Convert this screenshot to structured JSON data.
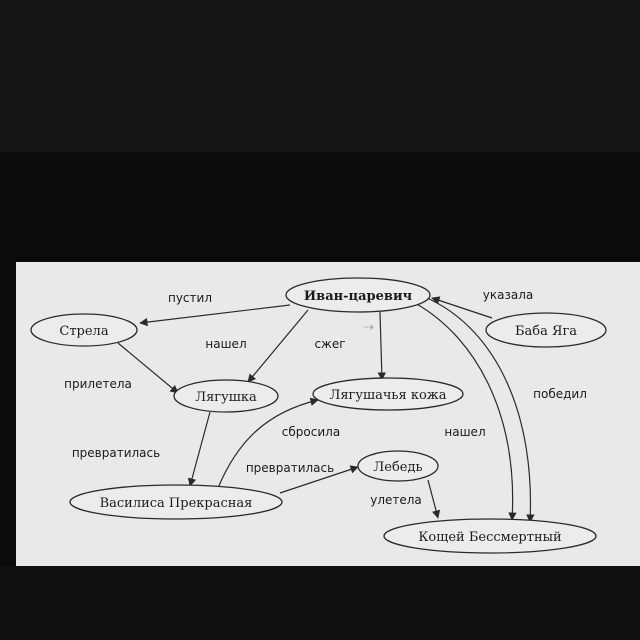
{
  "nodes": {
    "ivan": "Иван-царевич",
    "strela": "Стрела",
    "baba_yaga": "Баба Яга",
    "lyagushka": "Лягушка",
    "kozha": "Лягушачья кожа",
    "vasilisa": "Василиса Прекрасная",
    "lebed": "Лебедь",
    "koshchei": "Кощей Бессмертный"
  },
  "edges": {
    "pustil": "пустил",
    "ukazala": "указала",
    "nashel1": "нашел",
    "szheg": "сжег",
    "priletela": "прилетела",
    "pobedil": "победил",
    "sbrosila": "сбросила",
    "nashel2": "нашел",
    "prevratilas1": "превратилась",
    "prevratilas2": "превратилась",
    "uletela": "улетела"
  }
}
